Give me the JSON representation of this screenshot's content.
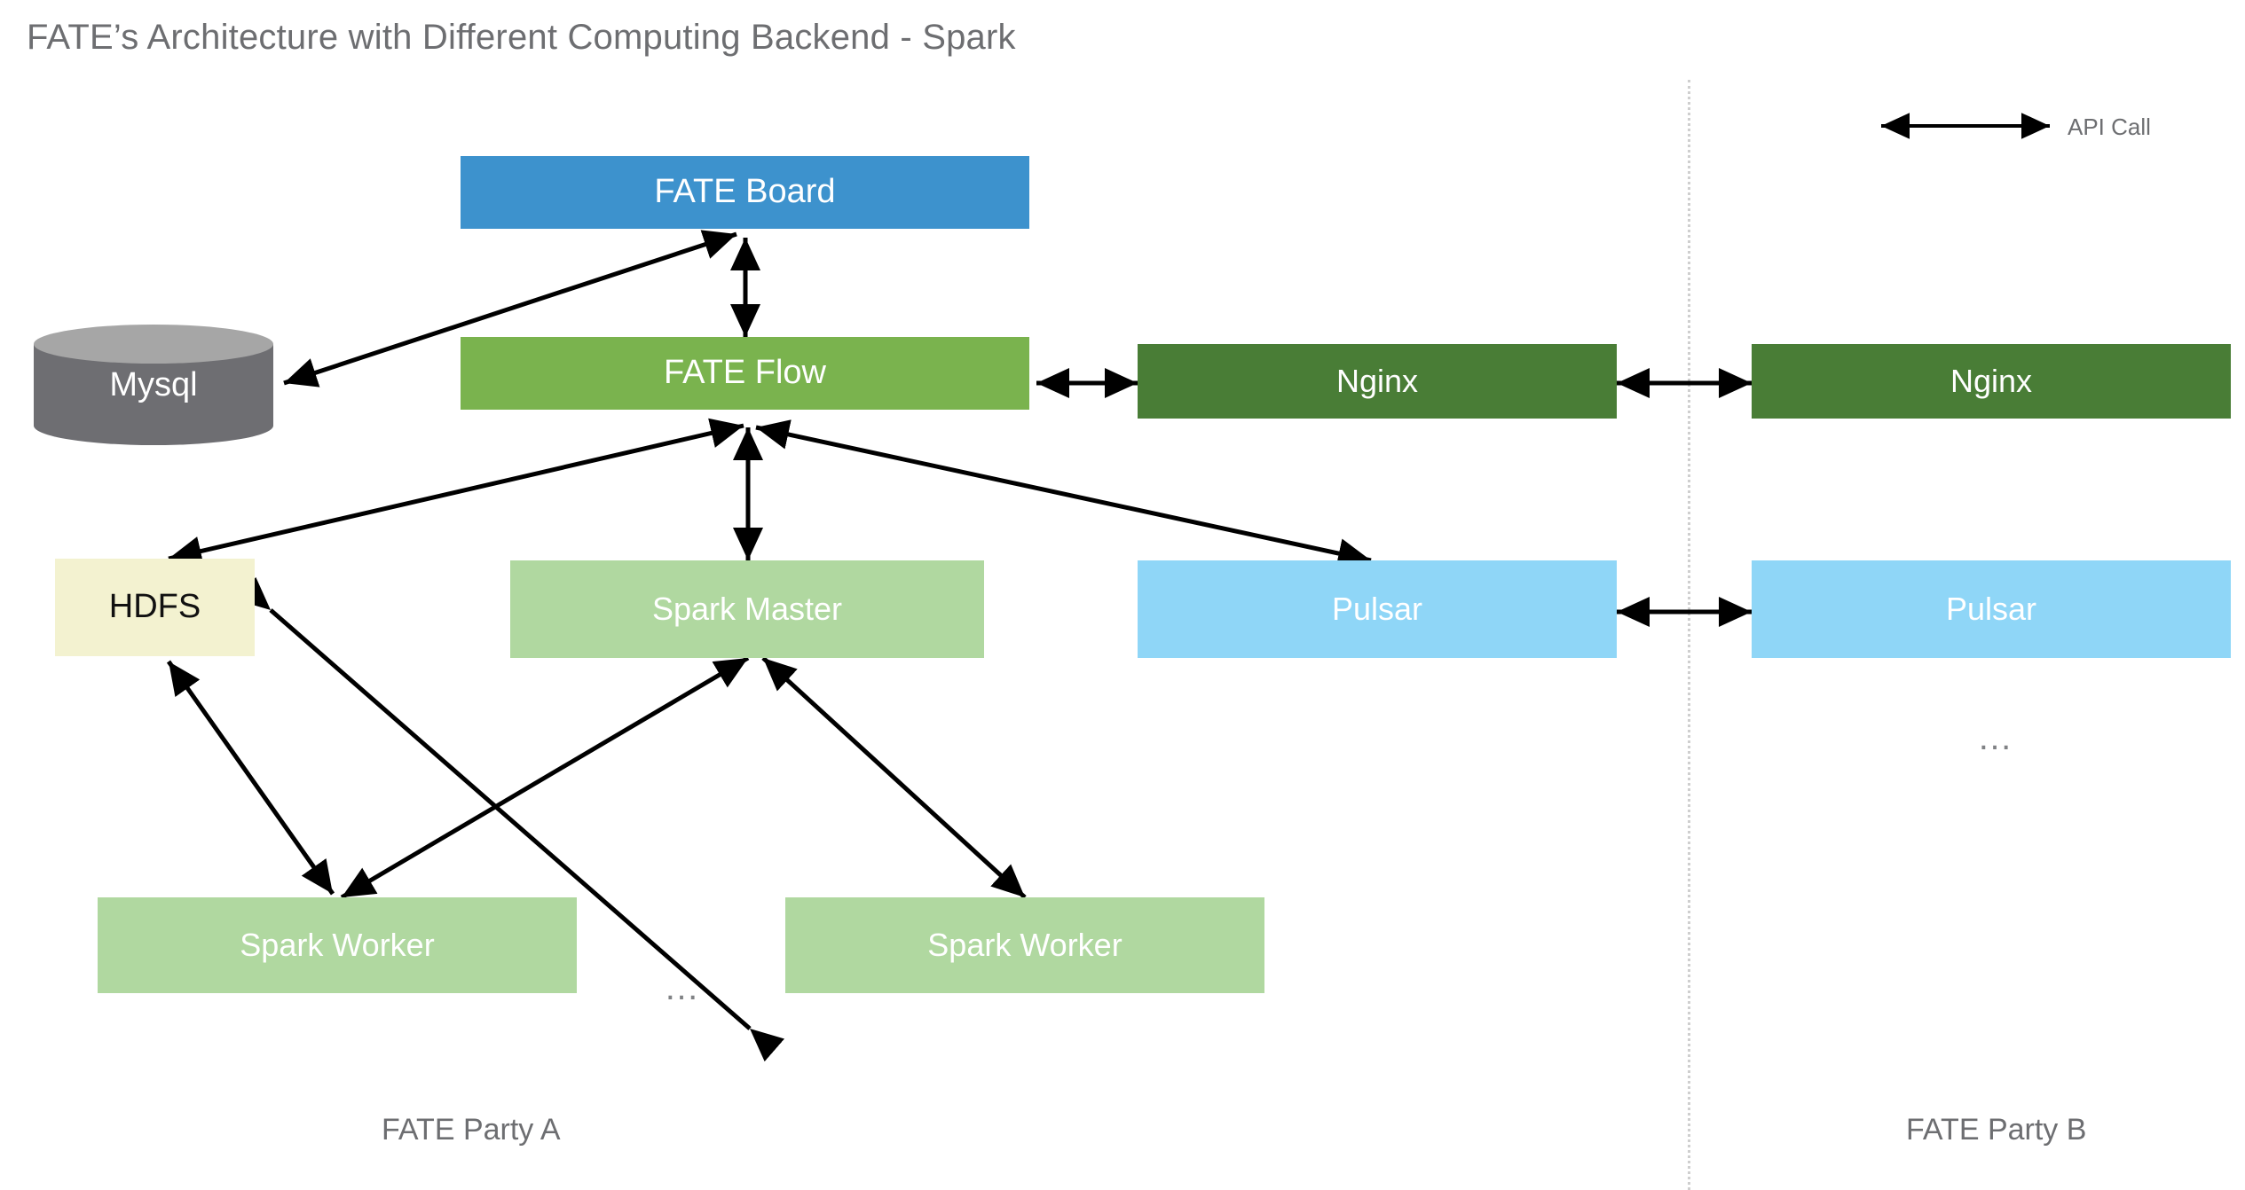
{
  "title": "FATE’s Architecture with Different Computing Backend - Spark",
  "legend": {
    "arrow_icon": "double-headed-arrow-icon",
    "label": "API Call"
  },
  "colors": {
    "title_text": "#6d6e71",
    "fate_board": "#3d92cd",
    "fate_flow": "#7ab34e",
    "nginx": "#497d36",
    "pulsar": "#8fd6f7",
    "spark_green": "#b0d8a0",
    "hdfs": "#f3f2d0",
    "mysql_body": "#6e6e72",
    "mysql_top": "#a6a6a6",
    "edge": "#000000",
    "divider": "#cfcfcf",
    "background": "#ffffff"
  },
  "party_a": {
    "label": "FATE Party A",
    "nodes": {
      "fate_board": "FATE Board",
      "mysql": "Mysql",
      "fate_flow": "FATE Flow",
      "nginx": "Nginx",
      "hdfs": "HDFS",
      "spark_master": "Spark Master",
      "pulsar": "Pulsar",
      "spark_worker_1": "Spark Worker",
      "spark_worker_2": "Spark Worker",
      "worker_ellipsis": "…"
    }
  },
  "party_b": {
    "label": "FATE Party B",
    "nodes": {
      "nginx": "Nginx",
      "pulsar": "Pulsar",
      "ellipsis": "…"
    }
  },
  "chart_data": {
    "type": "diagram",
    "title": "FATE’s Architecture with Different Computing Backend - Spark",
    "edge_semantics": "API Call (bidirectional unless noted)",
    "nodes": [
      {
        "id": "fate_board",
        "label": "FATE Board",
        "party": "A",
        "color": "#3d92cd"
      },
      {
        "id": "mysql",
        "label": "Mysql",
        "party": "A",
        "color": "#6e6e72",
        "shape": "cylinder"
      },
      {
        "id": "fate_flow",
        "label": "FATE Flow",
        "party": "A",
        "color": "#7ab34e"
      },
      {
        "id": "nginx_a",
        "label": "Nginx",
        "party": "A",
        "color": "#497d36"
      },
      {
        "id": "hdfs",
        "label": "HDFS",
        "party": "A",
        "color": "#f3f2d0"
      },
      {
        "id": "spark_master",
        "label": "Spark Master",
        "party": "A",
        "color": "#b0d8a0"
      },
      {
        "id": "pulsar_a",
        "label": "Pulsar",
        "party": "A",
        "color": "#8fd6f7"
      },
      {
        "id": "spark_worker_1",
        "label": "Spark Worker",
        "party": "A",
        "color": "#b0d8a0"
      },
      {
        "id": "spark_worker_2",
        "label": "Spark Worker",
        "party": "A",
        "color": "#b0d8a0"
      },
      {
        "id": "nginx_b",
        "label": "Nginx",
        "party": "B",
        "color": "#497d36"
      },
      {
        "id": "pulsar_b",
        "label": "Pulsar",
        "party": "B",
        "color": "#8fd6f7"
      }
    ],
    "edges": [
      {
        "from": "fate_board",
        "to": "mysql",
        "type": "bidirectional"
      },
      {
        "from": "fate_board",
        "to": "fate_flow",
        "type": "bidirectional"
      },
      {
        "from": "fate_flow",
        "to": "nginx_a",
        "type": "bidirectional"
      },
      {
        "from": "nginx_a",
        "to": "nginx_b",
        "type": "bidirectional"
      },
      {
        "from": "fate_flow",
        "to": "hdfs",
        "type": "bidirectional"
      },
      {
        "from": "fate_flow",
        "to": "spark_master",
        "type": "bidirectional"
      },
      {
        "from": "fate_flow",
        "to": "pulsar_a",
        "type": "bidirectional"
      },
      {
        "from": "pulsar_a",
        "to": "pulsar_b",
        "type": "bidirectional"
      },
      {
        "from": "hdfs",
        "to": "spark_worker_1",
        "type": "bidirectional"
      },
      {
        "from": "hdfs",
        "to": "spark_worker_1",
        "type": "bidirectional",
        "note": "crossing pair"
      },
      {
        "from": "spark_master",
        "to": "spark_worker_1",
        "type": "bidirectional"
      },
      {
        "from": "spark_master",
        "to": "spark_worker_2",
        "type": "bidirectional"
      },
      {
        "from": "spark_master",
        "to": "hdfs",
        "type": "bidirectional"
      }
    ]
  }
}
